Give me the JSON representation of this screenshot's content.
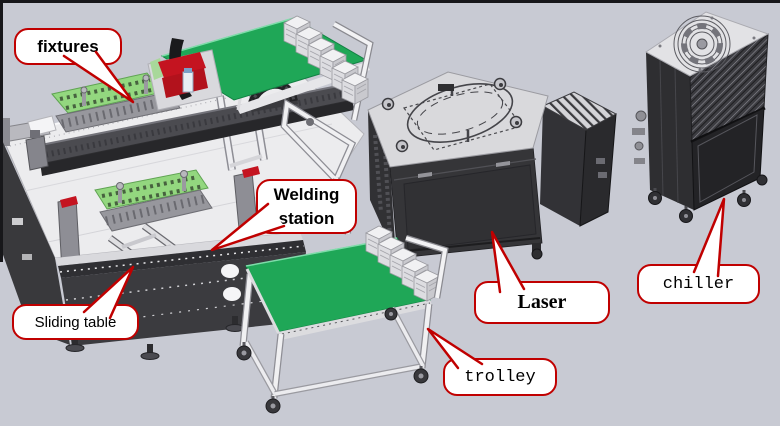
{
  "callouts": {
    "fixtures": {
      "text": "fixtures"
    },
    "welding_station": {
      "line1": "Welding",
      "line2": "station"
    },
    "sliding_table": {
      "text": "Sliding table"
    },
    "laser": {
      "text": "Laser"
    },
    "trolley": {
      "text": "trolley"
    },
    "chiller": {
      "text": "chiller"
    }
  },
  "colors": {
    "background": "#c8cad3",
    "callout_border": "#c00000",
    "callout_fill": "#ffffff",
    "label_text": "#000000",
    "table_green": "#1fa757",
    "fixture_plate_green": "#93d77f",
    "machine_dark_gray": "#353538",
    "machine_light_gray": "#d9d9dc",
    "accent_red": "#c41420",
    "frame_white": "#f2f2f4"
  }
}
